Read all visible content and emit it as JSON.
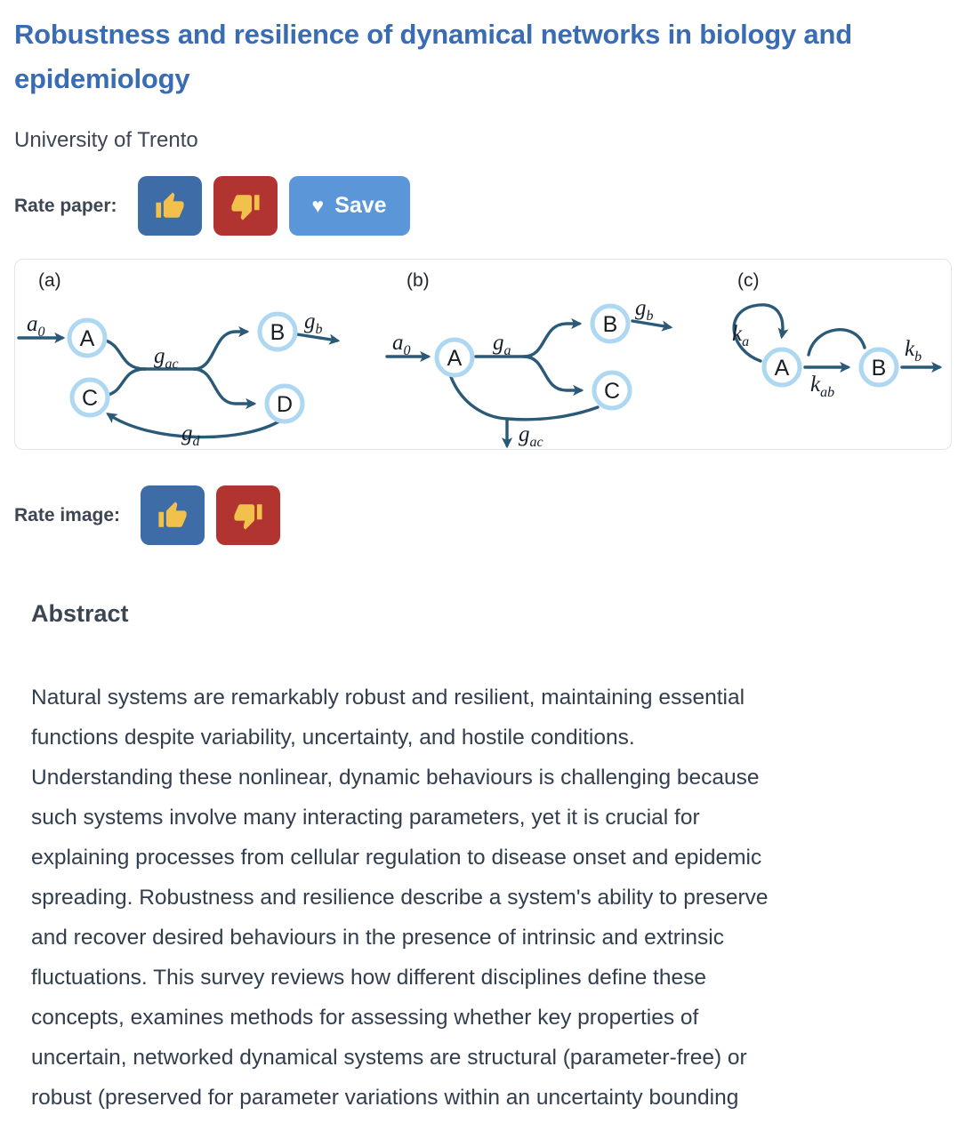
{
  "header": {
    "title": "Robustness and resilience of dynamical networks in biology and\nepidemiology",
    "affiliation": "University of Trento"
  },
  "rate_paper": {
    "label": "Rate paper:",
    "thumbs_up_icon": "thumbs-up",
    "thumbs_down_icon": "thumbs-down",
    "save": {
      "heart_icon": "♥",
      "label": "Save"
    }
  },
  "rate_image": {
    "label": "Rate image:",
    "thumbs_up_icon": "thumbs-up",
    "thumbs_down_icon": "thumbs-down"
  },
  "figure": {
    "panels": [
      {
        "tag": "(a)",
        "nodes": [
          {
            "label": "A"
          },
          {
            "label": "B"
          },
          {
            "label": "C"
          },
          {
            "label": "D"
          }
        ],
        "labels": [
          {
            "main": "a",
            "sub": "0"
          },
          {
            "main": "g",
            "sub": "ac"
          },
          {
            "main": "g",
            "sub": "b"
          },
          {
            "main": "g",
            "sub": "d"
          }
        ]
      },
      {
        "tag": "(b)",
        "nodes": [
          {
            "label": "A"
          },
          {
            "label": "B"
          },
          {
            "label": "C"
          }
        ],
        "labels": [
          {
            "main": "a",
            "sub": "0"
          },
          {
            "main": "g",
            "sub": "a"
          },
          {
            "main": "g",
            "sub": "b"
          },
          {
            "main": "g",
            "sub": "ac"
          }
        ]
      },
      {
        "tag": "(c)",
        "nodes": [
          {
            "label": "A"
          },
          {
            "label": "B"
          }
        ],
        "labels": [
          {
            "main": "k",
            "sub": "a"
          },
          {
            "main": "k",
            "sub": "ab"
          },
          {
            "main": "k",
            "sub": "b"
          }
        ]
      }
    ]
  },
  "abstract": {
    "heading": "Abstract",
    "text": "Natural systems are remarkably robust and resilient, maintaining essential\nfunctions despite variability, uncertainty, and hostile conditions.\nUnderstanding these nonlinear, dynamic behaviours is challenging because\nsuch systems involve many interacting parameters, yet it is crucial for\nexplaining processes from cellular regulation to disease onset and epidemic\nspreading. Robustness and resilience describe a system's ability to preserve\nand recover desired behaviours in the presence of intrinsic and extrinsic\nfluctuations. This survey reviews how different disciplines define these\nconcepts, examines methods for assessing whether key properties of\nuncertain, networked dynamical systems are structural (parameter-free) or\nrobust (preserved for parameter variations within an uncertainty bounding"
  },
  "colors": {
    "title_blue": "#3a6cb4",
    "thumbs_up_bg": "#3d6ca7",
    "thumbs_down_bg": "#b23431",
    "save_bg": "#5b97d8",
    "emoji_gold": "#f2c14b",
    "edge": "#2a5a78",
    "node_ring": "#aed7f2"
  }
}
